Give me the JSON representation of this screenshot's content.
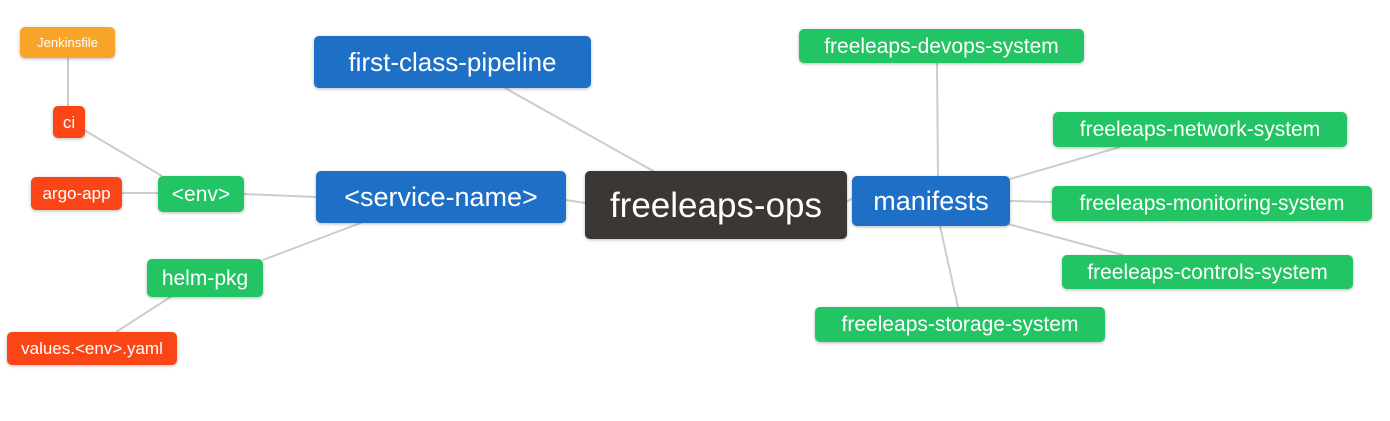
{
  "diagram": {
    "type": "mindmap",
    "title": "freeleaps-ops mind map"
  },
  "colors": {
    "background": "#ffffff",
    "edge": "#cccccc",
    "root_dark": "#3b3735",
    "branch_blue": "#1e70c6",
    "leaf_green": "#22c463",
    "leaf_red": "#fa4616",
    "leaf_orange": "#f7a428",
    "node_text": "#ffffff"
  },
  "nodes": {
    "root": {
      "label": "freeleaps-ops",
      "color": "#3b3735"
    },
    "first_class_pipeline": {
      "label": "first-class-pipeline",
      "color": "#1e70c6"
    },
    "service_name": {
      "label": "<service-name>",
      "color": "#1e70c6"
    },
    "manifests": {
      "label": "manifests",
      "color": "#1e70c6"
    },
    "env": {
      "label": "<env>",
      "color": "#22c463"
    },
    "helm_pkg": {
      "label": "helm-pkg",
      "color": "#22c463"
    },
    "ci": {
      "label": "ci",
      "color": "#fa4616"
    },
    "argo_app": {
      "label": "argo-app",
      "color": "#fa4616"
    },
    "jenkinsfile": {
      "label": "Jenkinsfile",
      "color": "#f7a428"
    },
    "values_env_yaml": {
      "label": "values.<env>.yaml",
      "color": "#fa4616"
    },
    "devops_system": {
      "label": "freeleaps-devops-system",
      "color": "#22c463"
    },
    "network_system": {
      "label": "freeleaps-network-system",
      "color": "#22c463"
    },
    "monitoring_system": {
      "label": "freeleaps-monitoring-system",
      "color": "#22c463"
    },
    "controls_system": {
      "label": "freeleaps-controls-system",
      "color": "#22c463"
    },
    "storage_system": {
      "label": "freeleaps-storage-system",
      "color": "#22c463"
    }
  },
  "edges": [
    {
      "from": "root",
      "to": "first_class_pipeline"
    },
    {
      "from": "root",
      "to": "service_name"
    },
    {
      "from": "root",
      "to": "manifests"
    },
    {
      "from": "service_name",
      "to": "env"
    },
    {
      "from": "service_name",
      "to": "helm_pkg"
    },
    {
      "from": "env",
      "to": "ci"
    },
    {
      "from": "env",
      "to": "argo_app"
    },
    {
      "from": "ci",
      "to": "jenkinsfile"
    },
    {
      "from": "helm_pkg",
      "to": "values_env_yaml"
    },
    {
      "from": "manifests",
      "to": "devops_system"
    },
    {
      "from": "manifests",
      "to": "network_system"
    },
    {
      "from": "manifests",
      "to": "monitoring_system"
    },
    {
      "from": "manifests",
      "to": "controls_system"
    },
    {
      "from": "manifests",
      "to": "storage_system"
    }
  ]
}
